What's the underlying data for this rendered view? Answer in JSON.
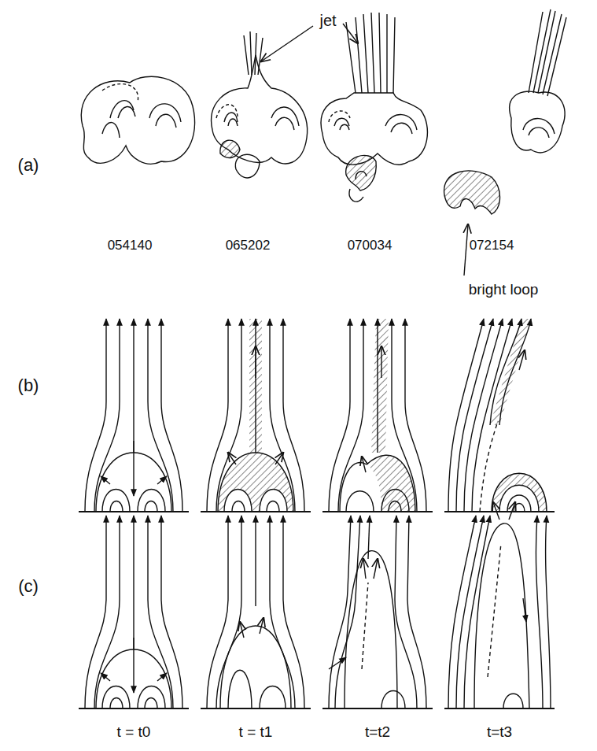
{
  "diagram": {
    "labels": [
      "(a)",
      "jet",
      "054140",
      "065202",
      "070034",
      "072154",
      "bright loop",
      "(b)",
      "(c)",
      "t = t0",
      "t = t1",
      "t=t2",
      "t=t3"
    ]
  }
}
